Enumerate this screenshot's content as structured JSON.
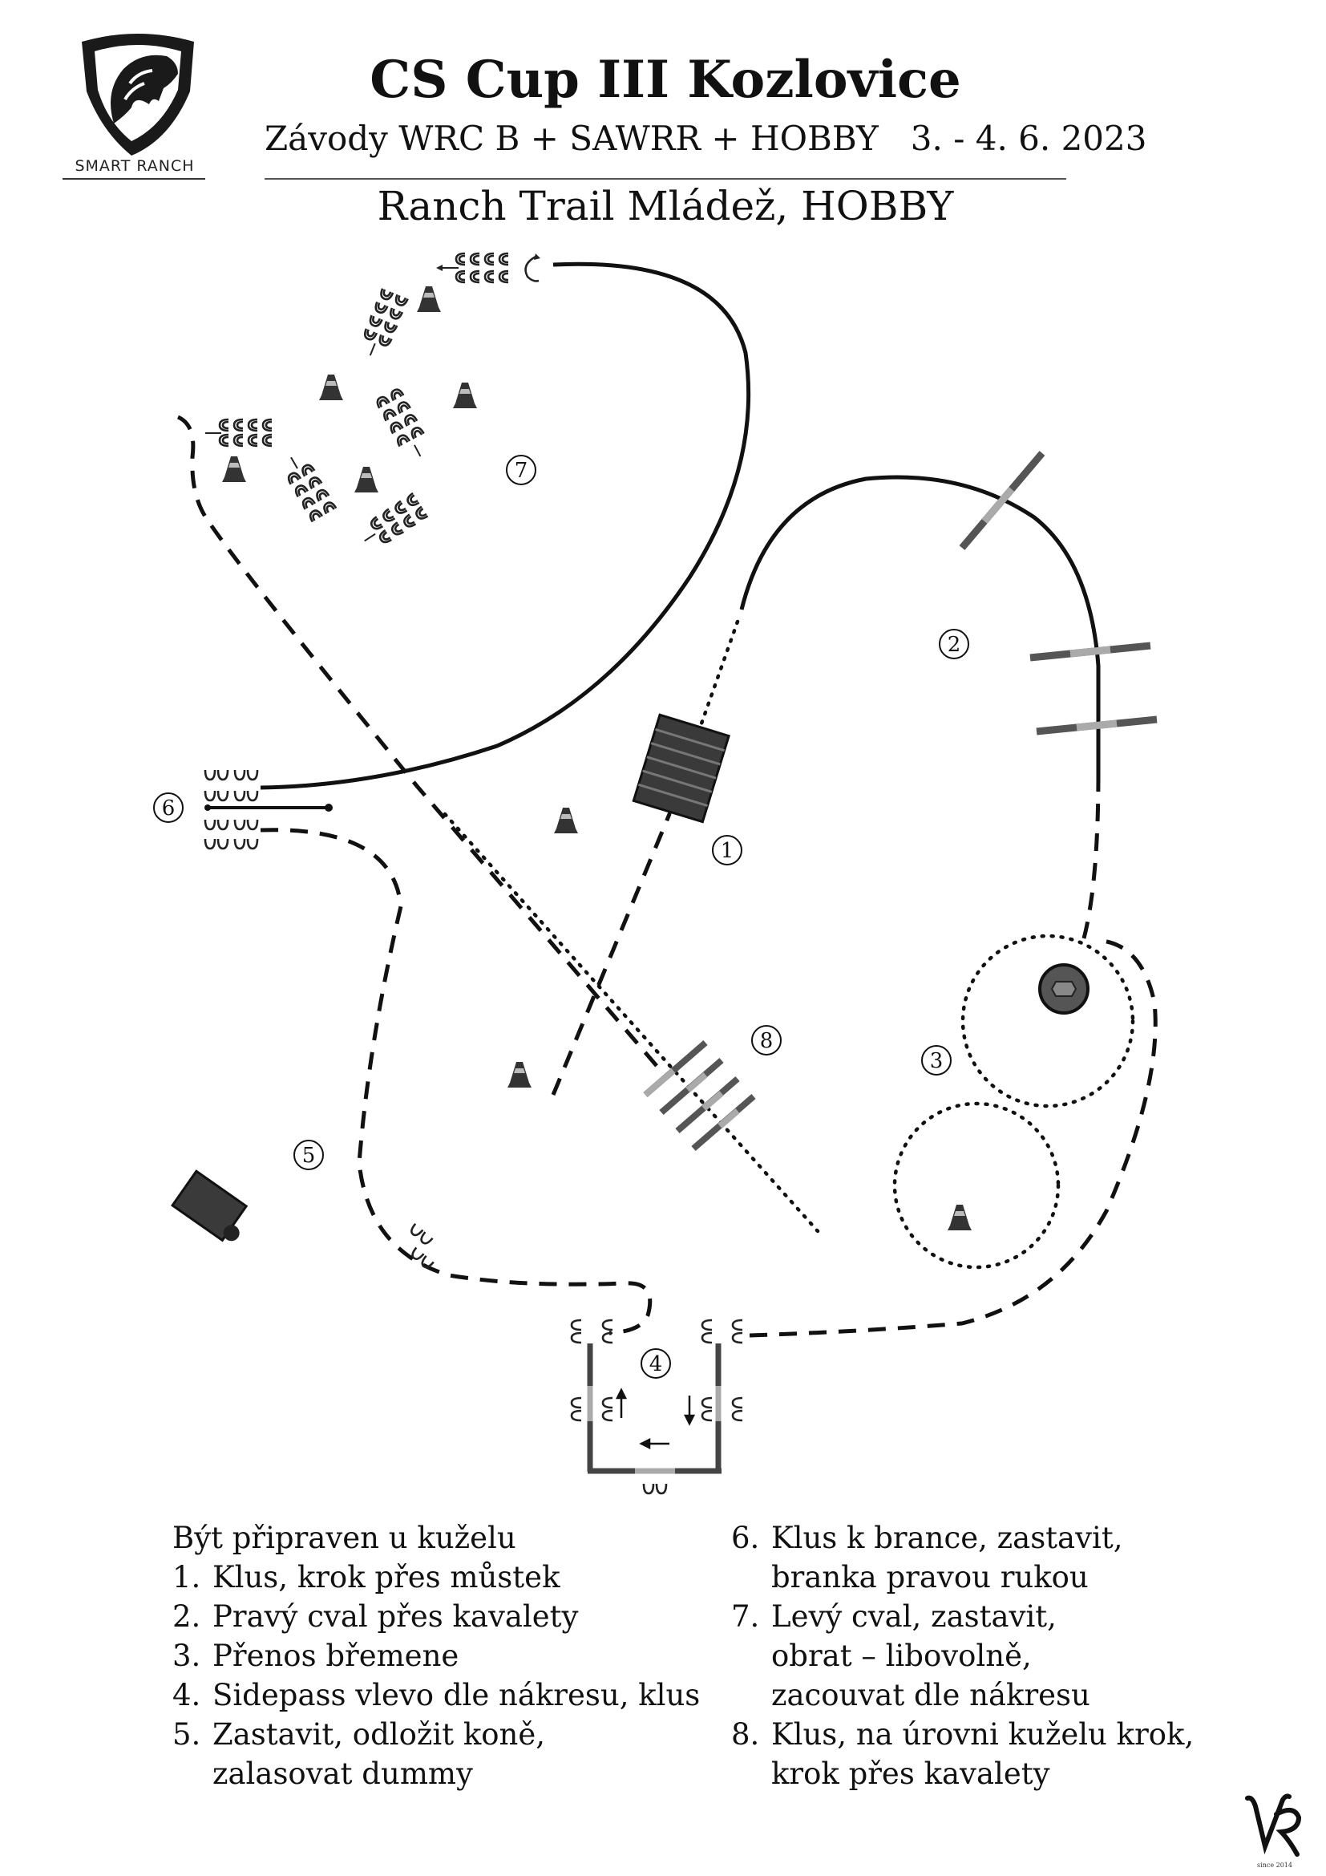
{
  "header": {
    "title": "CS Cup III Kozlovice",
    "subtitle": "Závody WRC B + SAWRR + HOBBY   3. - 4. 6. 2023",
    "heading": "Ranch Trail Mládež, HOBBY",
    "logo_text": "SMART RANCH"
  },
  "course": {
    "station_numbers": [
      "1",
      "2",
      "3",
      "4",
      "5",
      "6",
      "7",
      "8"
    ]
  },
  "instructions": {
    "intro": "Být připraven u kuželu",
    "left": [
      {
        "num": "1.",
        "text": "Klus, krok přes můstek"
      },
      {
        "num": "2.",
        "text": "Pravý cval přes kavalety"
      },
      {
        "num": "3.",
        "text": "Přenos břemene"
      },
      {
        "num": "4.",
        "text": "Sidepass vlevo dle nákresu, klus"
      },
      {
        "num": "5.",
        "text": "Zastavit, odložit koně,",
        "cont": "zalasovat dummy"
      }
    ],
    "right": [
      {
        "num": "6.",
        "text": "Klus k brance, zastavit,",
        "cont": "branka pravou rukou"
      },
      {
        "num": "7.",
        "text": "Levý cval, zastavit,",
        "cont": "obrat – libovolně,",
        "cont2": "zacouvat dle nákresu"
      },
      {
        "num": "8.",
        "text": "Klus, na úrovni kuželu krok,",
        "cont": "krok přes kavalety"
      }
    ]
  },
  "signature": {
    "text": "since 2014"
  }
}
